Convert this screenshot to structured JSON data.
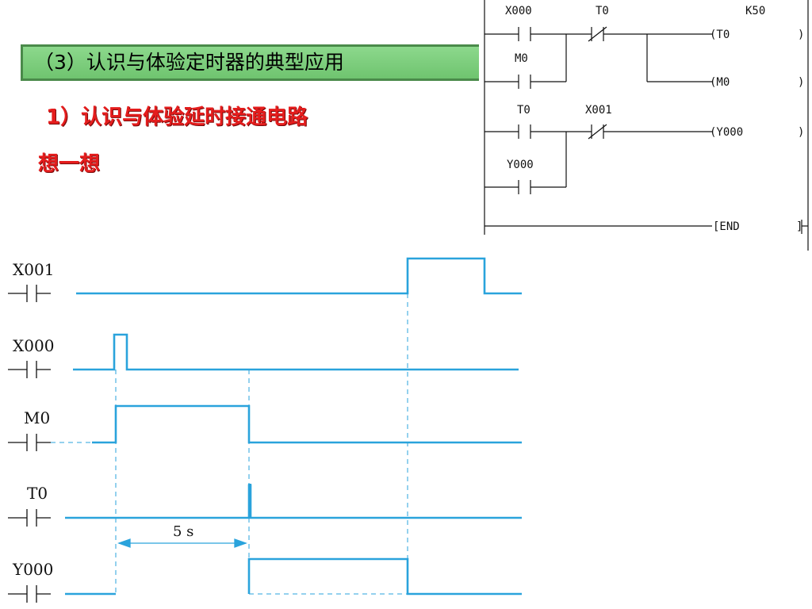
{
  "slide": {
    "title": "（3）认识与体验定时器的典型应用",
    "subtitle": "1）认识与体验延时接通电路",
    "think": "想一想"
  },
  "ladder": {
    "contacts": {
      "x000": "X000",
      "t0_nc": "T0",
      "m0": "M0",
      "t0": "T0",
      "x001": "X001",
      "y000": "Y000"
    },
    "coils": {
      "t0": "(T0",
      "m0": "(M0",
      "y000": "(Y000",
      "end": "[END"
    },
    "timer_setting": "K50",
    "coil_close": ")",
    "end_close": "]"
  },
  "timing": {
    "signals": [
      "X001",
      "X000",
      "M0",
      "T0",
      "Y000"
    ],
    "interval_label": "5 s"
  },
  "colors": {
    "waveform": "#2aa3dc",
    "title_bg": "#7fd07f",
    "title_border": "#4a8a4a",
    "heading_red": "#e51d1d"
  }
}
